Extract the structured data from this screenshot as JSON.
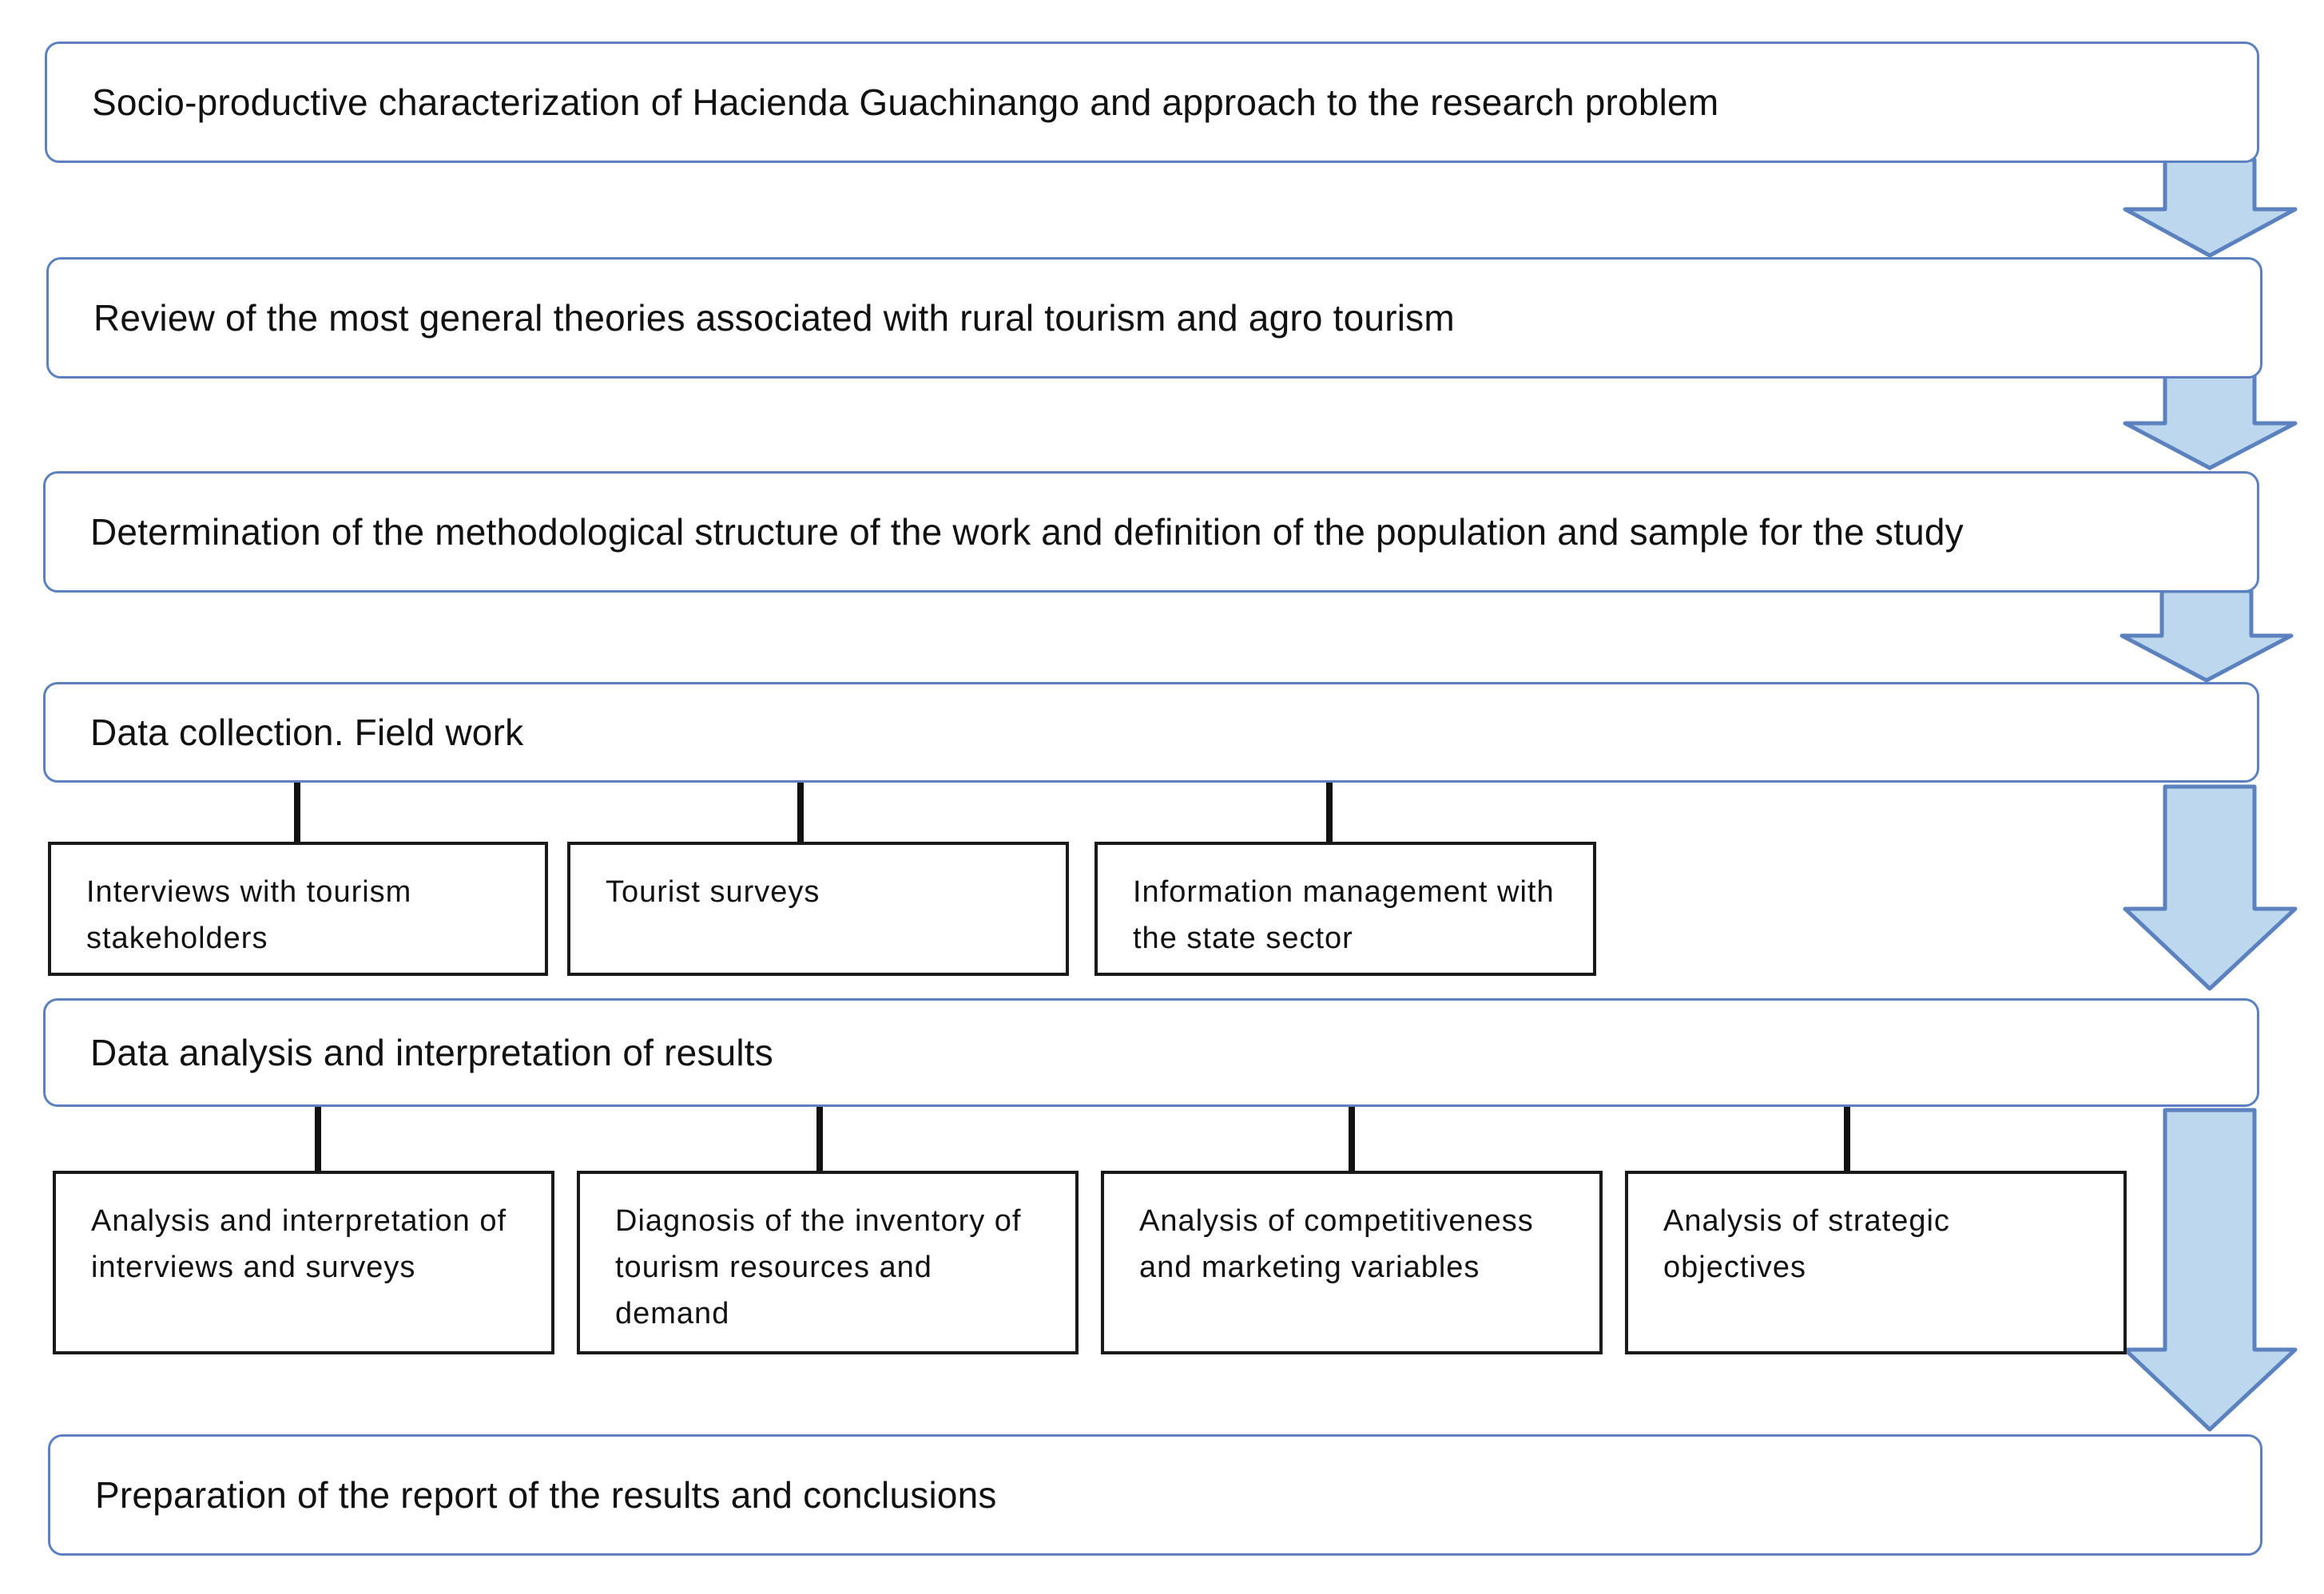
{
  "stages": [
    {
      "id": "stage-1",
      "label": "Socio-productive characterization of Hacienda Guachinango and approach to the research problem"
    },
    {
      "id": "stage-2",
      "label": "Review of the most general theories associated with rural tourism and agro tourism"
    },
    {
      "id": "stage-3",
      "label": "Determination of the methodological structure of the work and definition of the population and sample for the study"
    },
    {
      "id": "stage-4",
      "label": "Data collection. Field work"
    },
    {
      "id": "stage-5",
      "label": "Data analysis and interpretation of results"
    },
    {
      "id": "stage-6",
      "label": "Preparation of the report of the results and conclusions"
    }
  ],
  "data_collection_items": [
    {
      "label": "Interviews with tourism stakeholders"
    },
    {
      "label": "Tourist surveys"
    },
    {
      "label": "Information management with the state sector"
    }
  ],
  "data_analysis_items": [
    {
      "label": "Analysis and interpretation of interviews and surveys"
    },
    {
      "label": "Diagnosis of the inventory of tourism resources and demand"
    },
    {
      "label": "Analysis of competitiveness and marketing variables"
    },
    {
      "label": "Analysis of strategic objectives"
    }
  ],
  "colors": {
    "stage_border": "#5b82bf",
    "arrow_fill": "#bdd7ee",
    "arrow_stroke": "#5b82bf",
    "sub_border": "#1a1a1a"
  }
}
